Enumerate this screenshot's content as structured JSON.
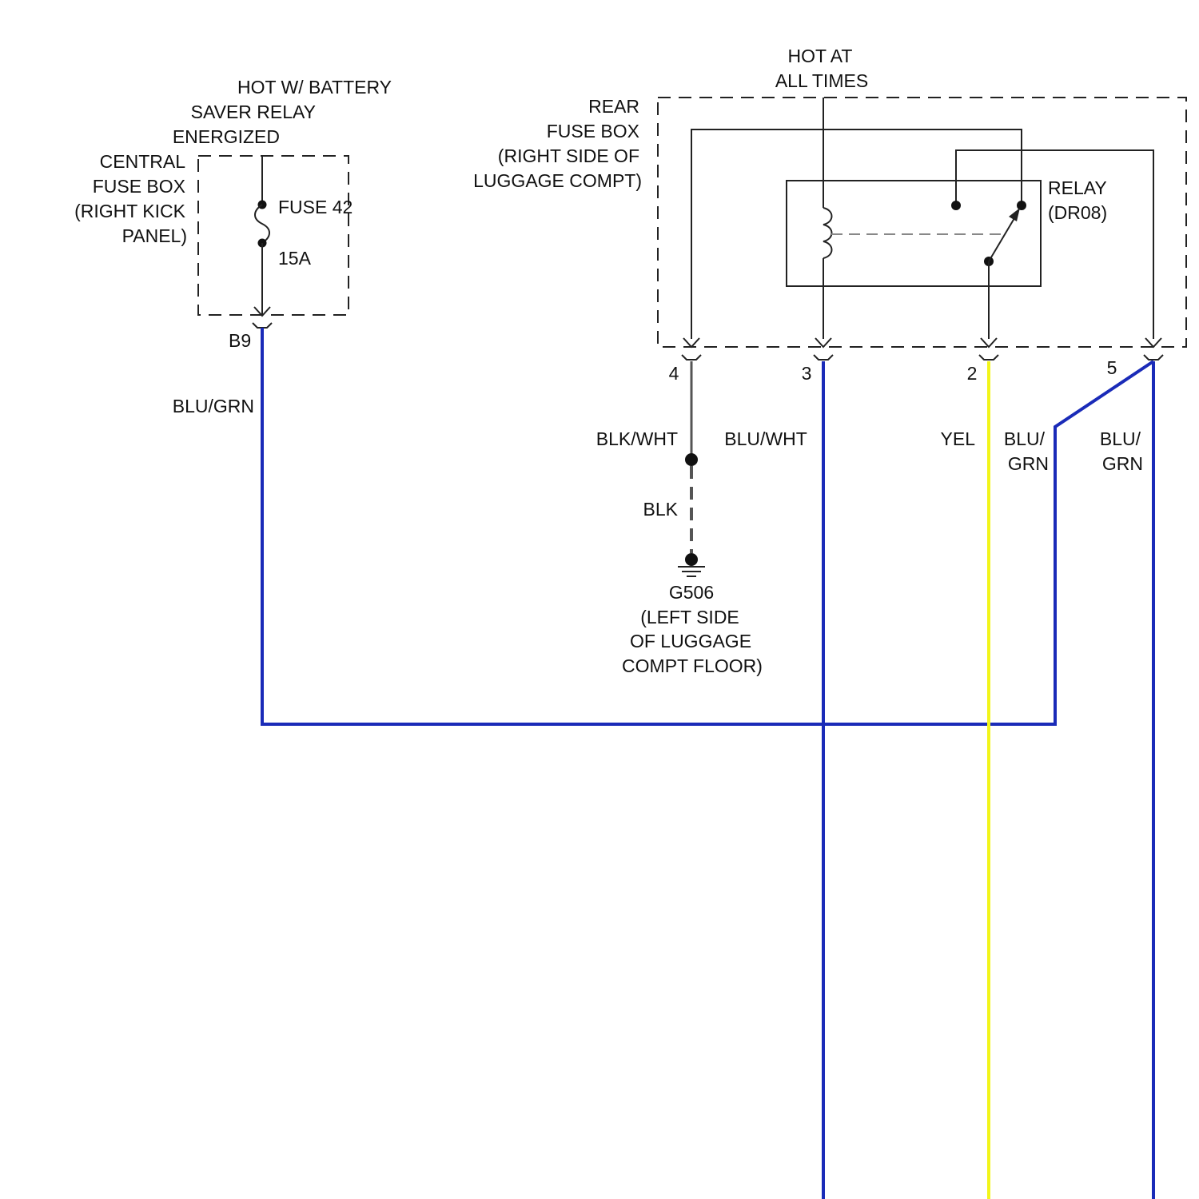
{
  "colors": {
    "blue_wire": "#1a2bb8",
    "yellow_wire": "#f2f51a",
    "black_wire": "#555555",
    "line": "#222222",
    "background": "#ffffff"
  },
  "central_fuse_box": {
    "hot_label": [
      "HOT W/ BATTERY",
      "SAVER RELAY",
      "ENERGIZED"
    ],
    "name": [
      "CENTRAL",
      "FUSE BOX",
      "(RIGHT KICK",
      "PANEL)"
    ],
    "fuse_name": "FUSE 42",
    "fuse_rating": "15A",
    "connector": "B9",
    "wire_color": "BLU/GRN"
  },
  "rear_fuse_box": {
    "hot_label": [
      "HOT AT",
      "ALL TIMES"
    ],
    "name": [
      "REAR",
      "FUSE BOX",
      "(RIGHT SIDE OF",
      "LUGGAGE COMPT)"
    ],
    "relay": [
      "RELAY",
      "(DR08)"
    ],
    "pins": [
      "4",
      "3",
      "2",
      "5"
    ]
  },
  "wires": {
    "pin4_top": "BLK/WHT",
    "pin4_bottom": "BLK",
    "pin3": "BLU/WHT",
    "pin2": "YEL",
    "bluegrn_left": [
      "BLU/",
      "GRN"
    ],
    "bluegrn_right": [
      "BLU/",
      "GRN"
    ]
  },
  "ground": {
    "name": [
      "G506",
      "(LEFT SIDE",
      "OF LUGGAGE",
      "COMPT FLOOR)"
    ]
  }
}
